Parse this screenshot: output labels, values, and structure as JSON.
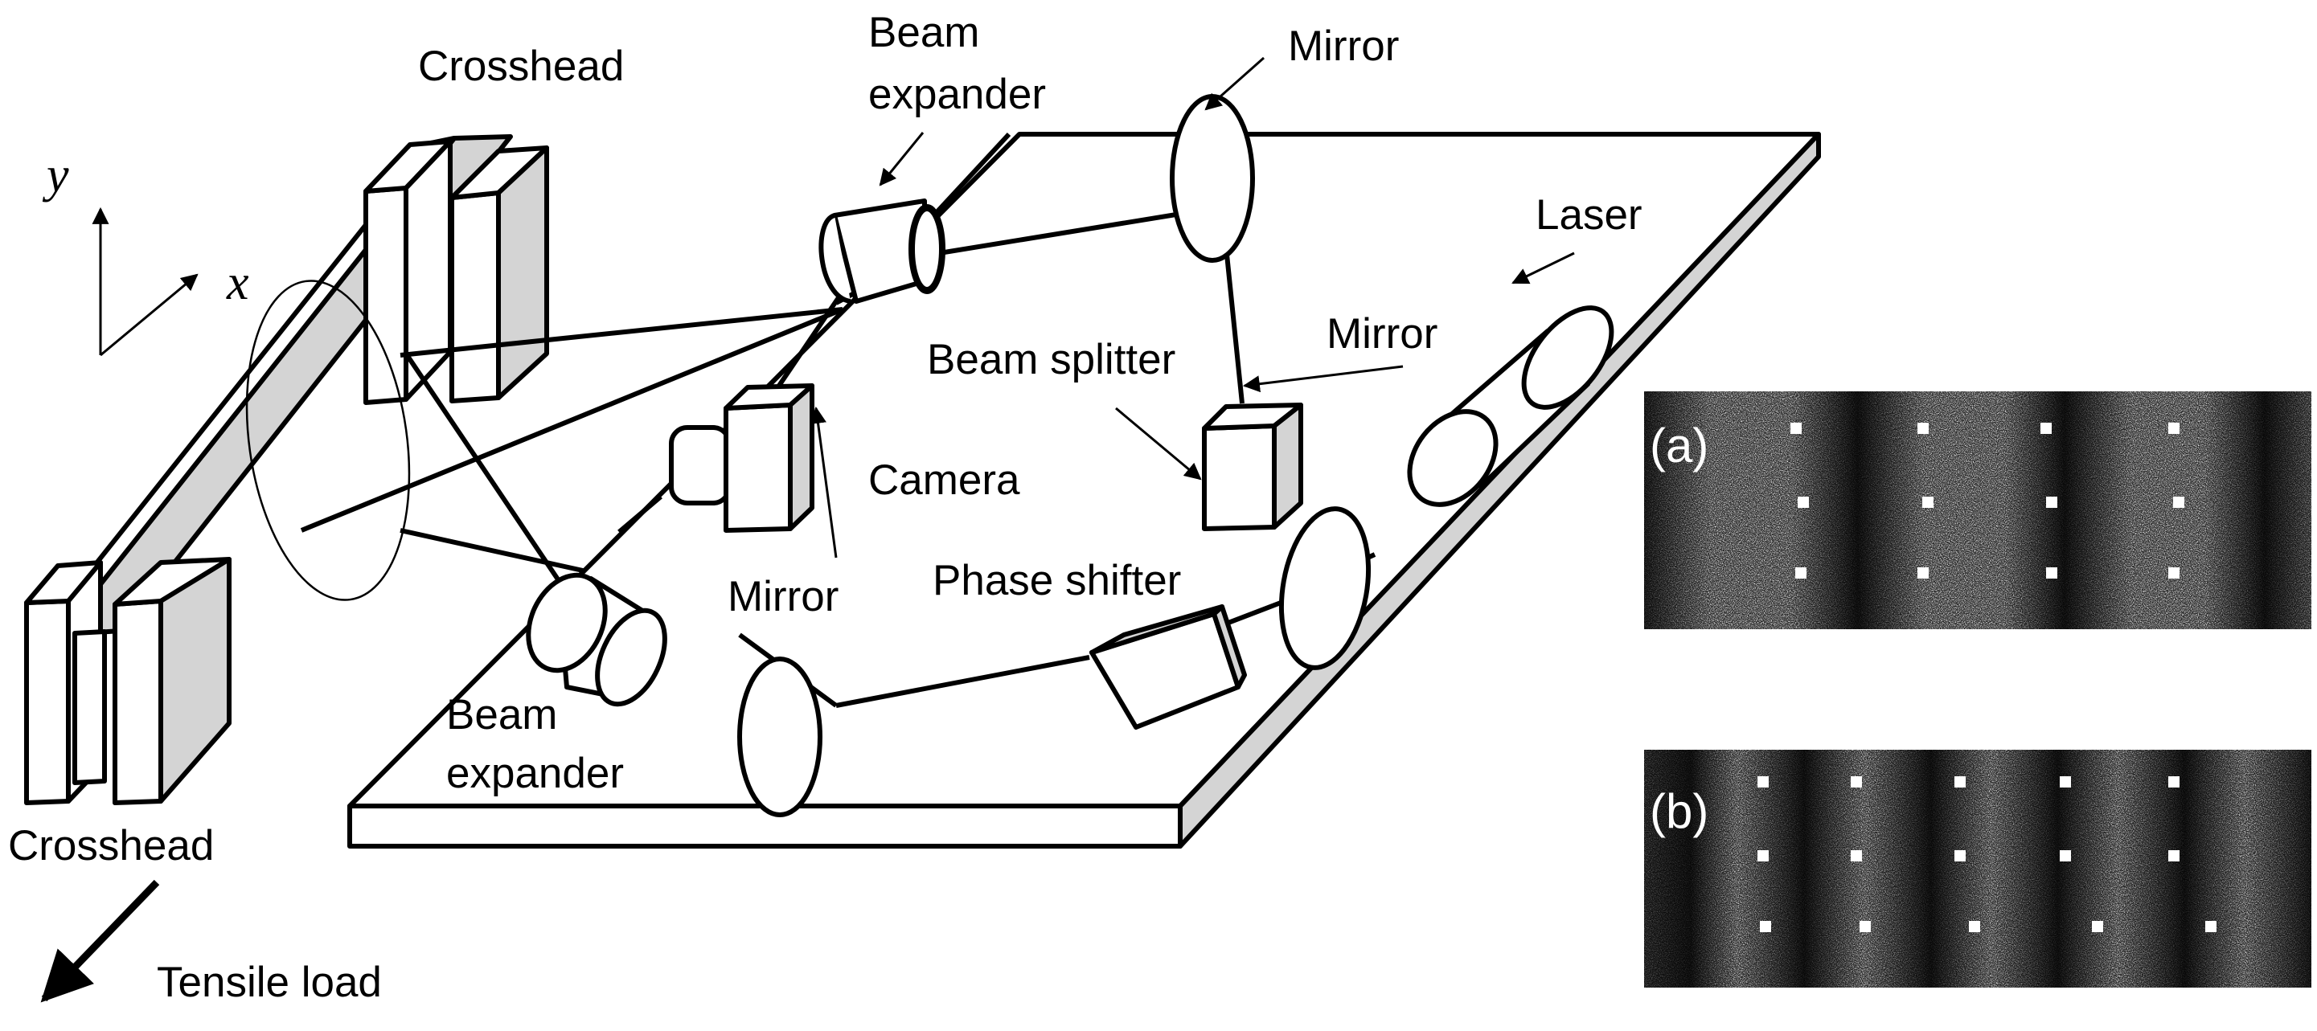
{
  "labels": {
    "crosshead_top": "Crosshead",
    "crosshead_bottom": "Crosshead",
    "beam_expander_top_line1": "Beam",
    "beam_expander_top_line2": "expander",
    "beam_expander_bottom_line1": "Beam",
    "beam_expander_bottom_line2": "expander",
    "mirror_top": "Mirror",
    "mirror_right": "Mirror",
    "mirror_camera": "Mirror",
    "laser": "Laser",
    "beam_splitter": "Beam splitter",
    "camera": "Camera",
    "phase_shifter": "Phase shifter",
    "tensile_load": "Tensile load"
  },
  "axes": {
    "x": "x",
    "y": "y"
  },
  "panels": {
    "a": "(a)",
    "b": "(b)"
  },
  "colors": {
    "line": "#000000",
    "face_gray": "#d4d4d4",
    "speckle_dark": "#1a1a1a",
    "marker": "#ffffff"
  }
}
